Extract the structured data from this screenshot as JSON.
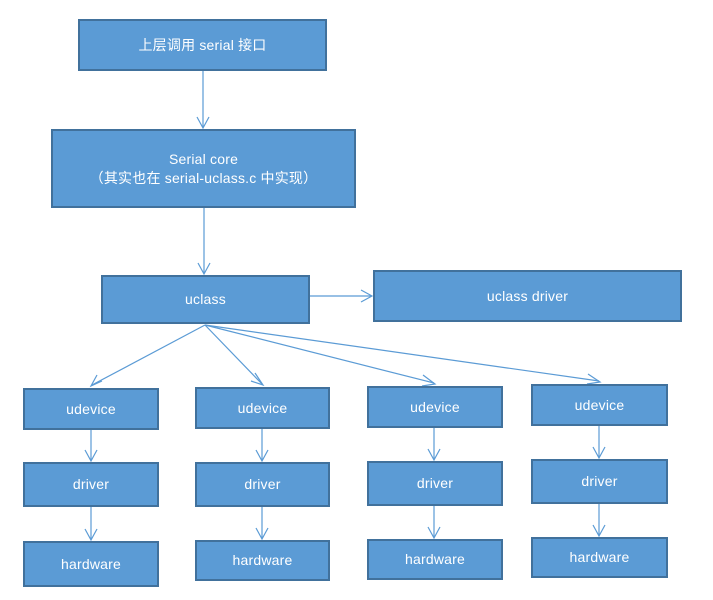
{
  "diagram": {
    "title_node": {
      "text": "上层调用 serial 接口"
    },
    "core_node": {
      "line1": "Serial core",
      "line2": "（其实也在 serial-uclass.c 中实现）"
    },
    "uclass_node": {
      "text": "uclass"
    },
    "uclass_driver_node": {
      "text": "uclass driver"
    },
    "columns": [
      {
        "udevice": "udevice",
        "driver": "driver",
        "hardware": "hardware"
      },
      {
        "udevice": "udevice",
        "driver": "driver",
        "hardware": "hardware"
      },
      {
        "udevice": "udevice",
        "driver": "driver",
        "hardware": "hardware"
      },
      {
        "udevice": "udevice",
        "driver": "driver",
        "hardware": "hardware"
      }
    ],
    "colors": {
      "node_fill": "#5B9BD5",
      "node_border": "#41719C",
      "node_text": "#FFFFFF",
      "connector": "#5B9BD5",
      "background": "#FFFFFF"
    }
  }
}
